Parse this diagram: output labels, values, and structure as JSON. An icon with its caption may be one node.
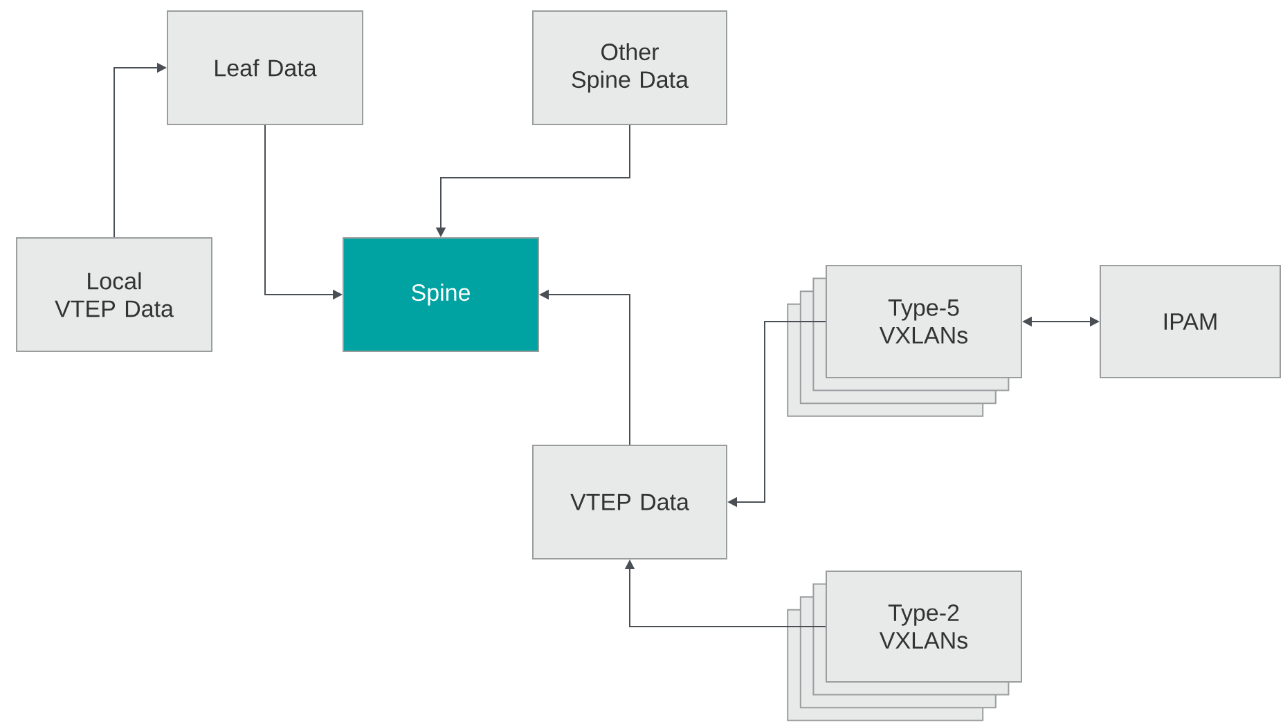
{
  "diagram": {
    "nodes": [
      {
        "text": [
          "Leaf Data"
        ]
      },
      {
        "text": [
          "Other Spine Data"
        ]
      },
      {
        "text": [
          "Local VTEP Data"
        ]
      },
      {
        "text": [
          "Spine"
        ]
      },
      {
        "text": [
          "Type-5 VXLANs"
        ]
      },
      {
        "text": [
          "IPAM"
        ]
      },
      {
        "text": [
          "VTEP Data"
        ]
      },
      {
        "text": [
          "Type-2 VXLANs"
        ]
      }
    ],
    "edges": [
      {
        "from": 2,
        "to": 0,
        "arrow": "to"
      },
      {
        "from": 0,
        "to": 3,
        "arrow": "to"
      },
      {
        "from": 1,
        "to": 3,
        "arrow": "to"
      },
      {
        "from": 6,
        "to": 3,
        "arrow": "to"
      },
      {
        "from": 4,
        "to": 6,
        "arrow": "to"
      },
      {
        "from": 4,
        "to": 5,
        "arrow": "both"
      },
      {
        "from": 7,
        "to": 6,
        "arrow": "to"
      }
    ]
  }
}
